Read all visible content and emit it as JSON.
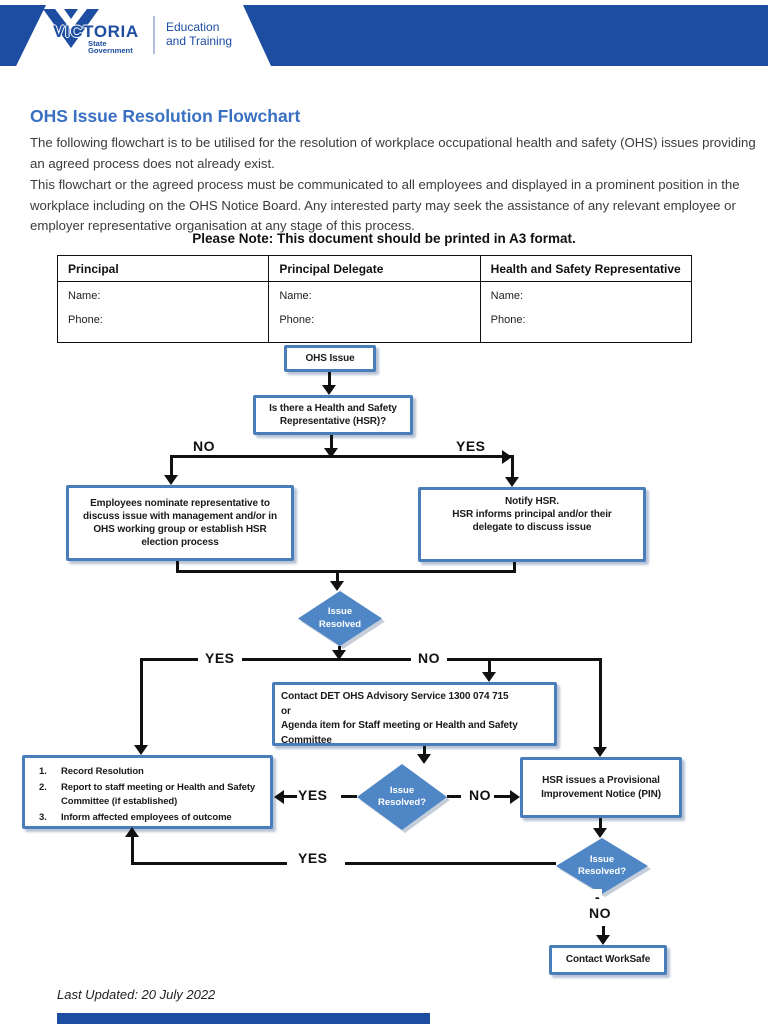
{
  "header": {
    "brand": "VICTORIA",
    "brand_sub": "State\nGovernment",
    "department": "Education\nand Training"
  },
  "title": "OHS Issue Resolution Flowchart",
  "intro": {
    "para1": "The following flowchart is to be utilised for the resolution of workplace occupational health and safety (OHS) issues providing an agreed process does not already exist.",
    "para2": "This flowchart or the agreed process must be communicated to all employees and displayed in a prominent position in the workplace including on the OHS Notice Board. Any interested party may seek the assistance of any relevant employee or employer representative organisation at any stage of this process.",
    "note": "Please Note: This document should be printed in A3 format."
  },
  "contact_table": {
    "columns": [
      {
        "header": "Principal",
        "name_label": "Name:",
        "phone_label": "Phone:"
      },
      {
        "header": "Principal Delegate",
        "name_label": "Name:",
        "phone_label": "Phone:"
      },
      {
        "header": "Health and Safety Representative",
        "name_label": "Name:",
        "phone_label": "Phone:"
      }
    ]
  },
  "flowchart": {
    "ohs_issue": "OHS Issue",
    "hsr_question": "Is there a Health and Safety\nRepresentative (HSR)?",
    "label_no_1": "NO",
    "label_yes_1": "YES",
    "employees_nominate": "Employees nominate representative to\ndiscuss issue with management and/or in\nOHS working group or establish HSR\nelection process",
    "notify_hsr": "Notify HSR.\nHSR informs principal and/or their\ndelegate to discuss issue",
    "diamond1": "Issue\nResolved",
    "label_yes_2": "YES",
    "label_no_2": "NO",
    "contact_det": "Contact DET OHS Advisory Service 1300 074 715\nor\nAgenda item for Staff meeting or Health and Safety\nCommittee",
    "record_resolution_items": [
      {
        "num": "1.",
        "text": "Record Resolution"
      },
      {
        "num": "2.",
        "text": "Report to staff meeting or Health and Safety\nCommittee (if established)"
      },
      {
        "num": "3.",
        "text": "Inform affected employees of outcome"
      }
    ],
    "diamond2": "Issue\nResolved?",
    "label_yes_3": "YES",
    "label_no_3": "NO",
    "pin_box": "HSR issues a Provisional\nImprovement Notice (PIN)",
    "diamond3": "Issue\nResolved?",
    "label_yes_4": "YES",
    "dash": "-",
    "label_no_4": "NO",
    "contact_worksafe": "Contact WorkSafe"
  },
  "footer": {
    "last_updated": "Last Updated: 20 July 2022"
  },
  "colors": {
    "band_blue": "#1c4da1",
    "title_blue": "#3a70c2",
    "box_border_blue": "#4a7ebb",
    "diamond_fill_blue": "#4e86c6"
  }
}
